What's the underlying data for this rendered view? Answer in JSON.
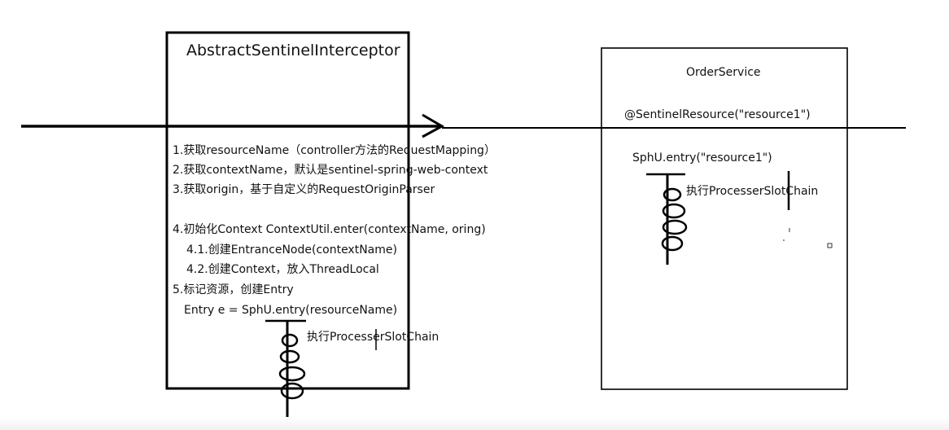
{
  "left_box": {
    "title": "AbstractSentinelInterceptor",
    "steps": [
      "1.获取resourceName（controller方法的RequestMapping）",
      "2.获取contextName，默认是sentinel-spring-web-context",
      "3.获取origin，基于自定义的RequestOriginParser",
      "4.初始化Context   ContextUtil.enter(contextName, oring)",
      "4.1.创建EntranceNode(contextName)",
      "4.2.创建Context，放入ThreadLocal",
      "5.标记资源，创建Entry",
      "Entry e = SphU.entry(resourceName)"
    ],
    "chain_label": "执行ProcesserSlotChain"
  },
  "right_box": {
    "title": "OrderService",
    "annotation": "@SentinelResource(\"resource1\")",
    "entry_call": "SphU.entry(\"resource1\")",
    "chain_label": "执行ProcesserSlotChain"
  }
}
